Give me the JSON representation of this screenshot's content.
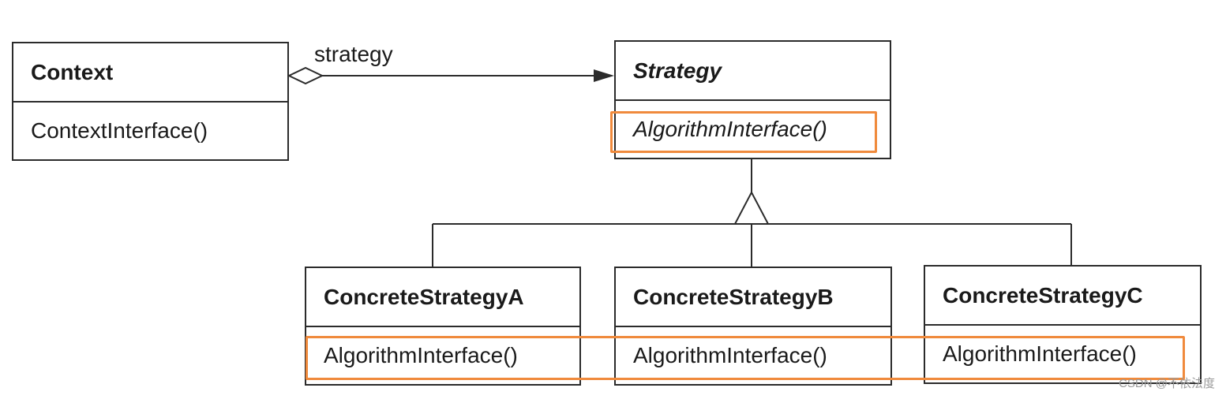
{
  "context": {
    "name": "Context",
    "operation": "ContextInterface()"
  },
  "association_label": "strategy",
  "strategy": {
    "name": "Strategy",
    "operation": "AlgorithmInterface()"
  },
  "concrete": [
    {
      "name": "ConcreteStrategyA",
      "operation": "AlgorithmInterface()"
    },
    {
      "name": "ConcreteStrategyB",
      "operation": "AlgorithmInterface()"
    },
    {
      "name": "ConcreteStrategyC",
      "operation": "AlgorithmInterface()"
    }
  ],
  "highlight_color": "#f08a3c",
  "watermark": "CSDN @不依法度"
}
